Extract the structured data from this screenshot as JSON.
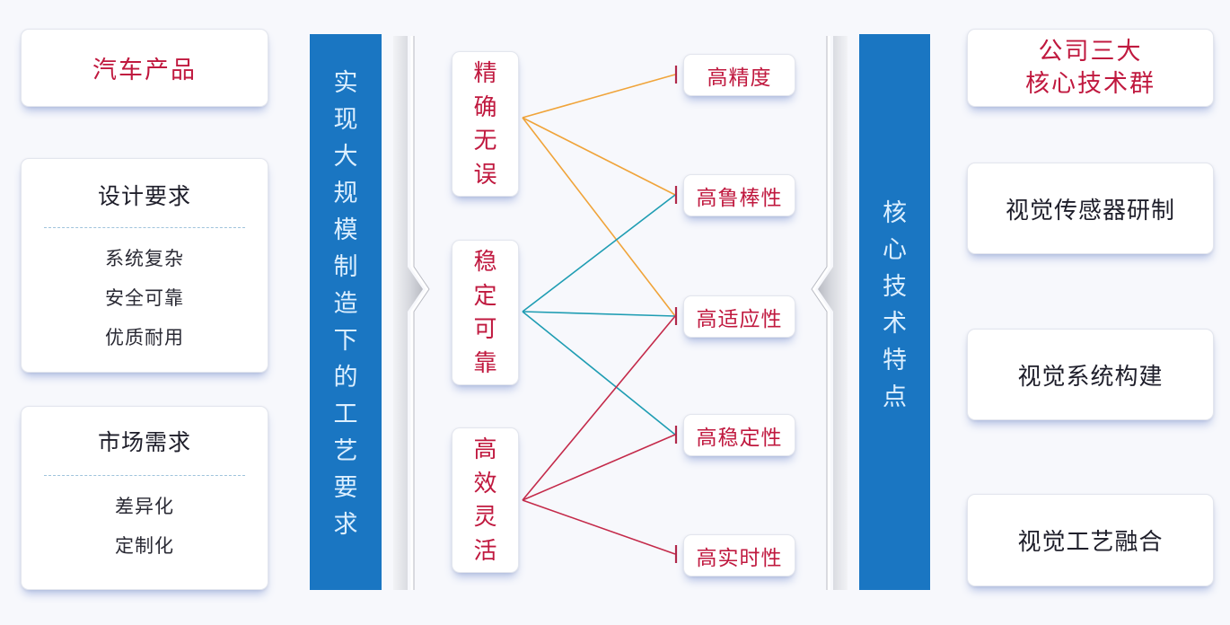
{
  "left_column": {
    "product_card": {
      "title": "汽车产品"
    },
    "design_card": {
      "title": "设计要求",
      "items": [
        "系统复杂",
        "安全可靠",
        "优质耐用"
      ]
    },
    "market_card": {
      "title": "市场需求",
      "items": [
        "差异化",
        "定制化"
      ]
    }
  },
  "left_bar": {
    "label": "实现大规模制造下的工艺要求",
    "chars": [
      "实",
      "现",
      "大",
      "规",
      "模",
      "制",
      "造",
      "下",
      "的",
      "工",
      "艺",
      "要",
      "求"
    ]
  },
  "requirements": [
    {
      "label": "精确无误",
      "chars": [
        "精",
        "确",
        "无",
        "误"
      ],
      "color": "#f0a43a"
    },
    {
      "label": "稳定可靠",
      "chars": [
        "稳",
        "定",
        "可",
        "靠"
      ],
      "color": "#1f9db3"
    },
    {
      "label": "高效灵活",
      "chars": [
        "高",
        "效",
        "灵",
        "活"
      ],
      "color": "#c42a4a"
    }
  ],
  "features": [
    {
      "label": "高精度"
    },
    {
      "label": "高鲁棒性"
    },
    {
      "label": "高适应性"
    },
    {
      "label": "高稳定性"
    },
    {
      "label": "高实时性"
    }
  ],
  "connections": [
    {
      "from": 0,
      "to": 0
    },
    {
      "from": 0,
      "to": 1
    },
    {
      "from": 0,
      "to": 2
    },
    {
      "from": 1,
      "to": 1
    },
    {
      "from": 1,
      "to": 2
    },
    {
      "from": 1,
      "to": 3
    },
    {
      "from": 2,
      "to": 2
    },
    {
      "from": 2,
      "to": 3
    },
    {
      "from": 2,
      "to": 4
    }
  ],
  "right_bar": {
    "label": "核心技术特点",
    "chars": [
      "核",
      "心",
      "技",
      "术",
      "特",
      "点"
    ]
  },
  "right_column": {
    "header_card": {
      "line1": "公司三大",
      "line2": "核心技术群"
    },
    "tech_cards": [
      "视觉传感器研制",
      "视觉系统构建",
      "视觉工艺融合"
    ]
  },
  "colors": {
    "accent_blue": "#1a76c2",
    "accent_red": "#c0193f",
    "line_orange": "#f0a43a",
    "line_teal": "#1f9db3",
    "line_crimson": "#c42a4a",
    "tick_mark": "#b0284a"
  }
}
